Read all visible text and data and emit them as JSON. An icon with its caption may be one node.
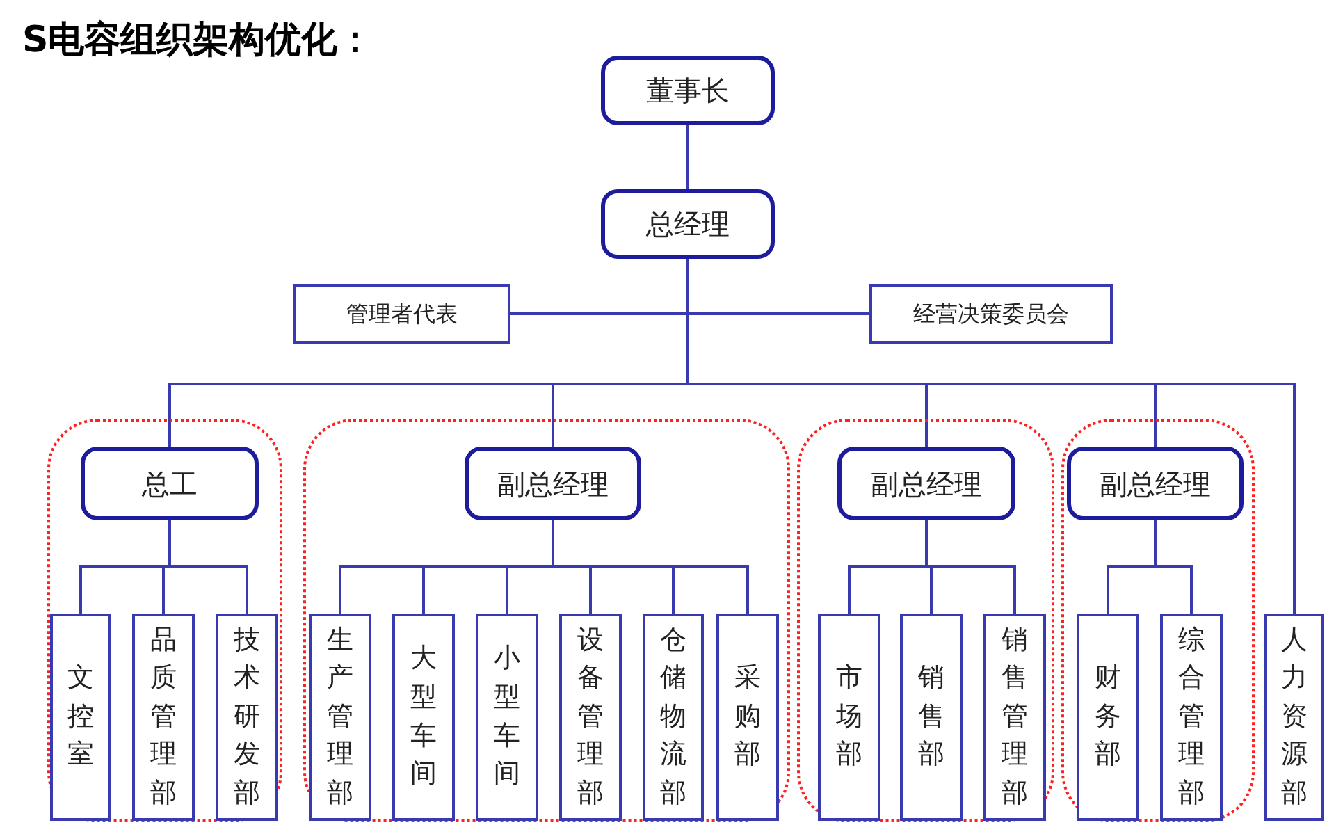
{
  "diagram": {
    "title": "S电容组织架构优化：",
    "nodes": [
      {
        "text": [
          "董事长"
        ]
      },
      {
        "text": [
          "总经理"
        ]
      },
      {
        "text": [
          "管理者代表"
        ]
      },
      {
        "text": [
          "经营决策委员会"
        ]
      },
      {
        "text": [],
        "shape": "box"
      },
      {
        "text": [
          "总工"
        ],
        "in": 4
      },
      {
        "text": [
          "文控室"
        ],
        "in": 4
      },
      {
        "text": [
          "品质管理部"
        ],
        "in": 4
      },
      {
        "text": [
          "技术研发部"
        ],
        "in": 4
      },
      {
        "text": [],
        "shape": "box"
      },
      {
        "text": [
          "副总经理"
        ],
        "in": 9
      },
      {
        "text": [
          "生产管理部"
        ],
        "in": 9
      },
      {
        "text": [
          "大型车间"
        ],
        "in": 9
      },
      {
        "text": [
          "小型车间"
        ],
        "in": 9
      },
      {
        "text": [
          "设备管理部"
        ],
        "in": 9
      },
      {
        "text": [
          "仓储物流部"
        ],
        "in": 9
      },
      {
        "text": [
          "采购部"
        ],
        "in": 9
      },
      {
        "text": [],
        "shape": "box"
      },
      {
        "text": [
          "副总经理"
        ],
        "in": 17
      },
      {
        "text": [
          "市场部"
        ],
        "in": 17
      },
      {
        "text": [
          "销售部"
        ],
        "in": 17
      },
      {
        "text": [
          "销售管理部"
        ],
        "in": 17
      },
      {
        "text": [],
        "shape": "box"
      },
      {
        "text": [
          "副总经理"
        ],
        "in": 22
      },
      {
        "text": [
          "财务部"
        ],
        "in": 22
      },
      {
        "text": [
          "综合管理部"
        ],
        "in": 22
      },
      {
        "text": [
          "人力资源部"
        ]
      }
    ],
    "edges": [
      {
        "from": 0,
        "to": 1,
        "arrow": "none"
      },
      {
        "from": 1,
        "to": 2,
        "arrow": "none"
      },
      {
        "from": 1,
        "to": 3,
        "arrow": "none"
      },
      {
        "from": 1,
        "to": 5,
        "arrow": "none"
      },
      {
        "from": 1,
        "to": 10,
        "arrow": "none"
      },
      {
        "from": 1,
        "to": 18,
        "arrow": "none"
      },
      {
        "from": 1,
        "to": 23,
        "arrow": "none"
      },
      {
        "from": 1,
        "to": 26,
        "arrow": "none"
      },
      {
        "from": 5,
        "to": 6,
        "arrow": "none"
      },
      {
        "from": 5,
        "to": 7,
        "arrow": "none"
      },
      {
        "from": 5,
        "to": 8,
        "arrow": "none"
      },
      {
        "from": 10,
        "to": 11,
        "arrow": "none"
      },
      {
        "from": 10,
        "to": 12,
        "arrow": "none"
      },
      {
        "from": 10,
        "to": 13,
        "arrow": "none"
      },
      {
        "from": 10,
        "to": 14,
        "arrow": "none"
      },
      {
        "from": 10,
        "to": 15,
        "arrow": "none"
      },
      {
        "from": 10,
        "to": 16,
        "arrow": "none"
      },
      {
        "from": 18,
        "to": 19,
        "arrow": "none"
      },
      {
        "from": 18,
        "to": 20,
        "arrow": "none"
      },
      {
        "from": 18,
        "to": 21,
        "arrow": "none"
      },
      {
        "from": 23,
        "to": 24,
        "arrow": "none"
      },
      {
        "from": 23,
        "to": 25,
        "arrow": "none"
      }
    ]
  }
}
